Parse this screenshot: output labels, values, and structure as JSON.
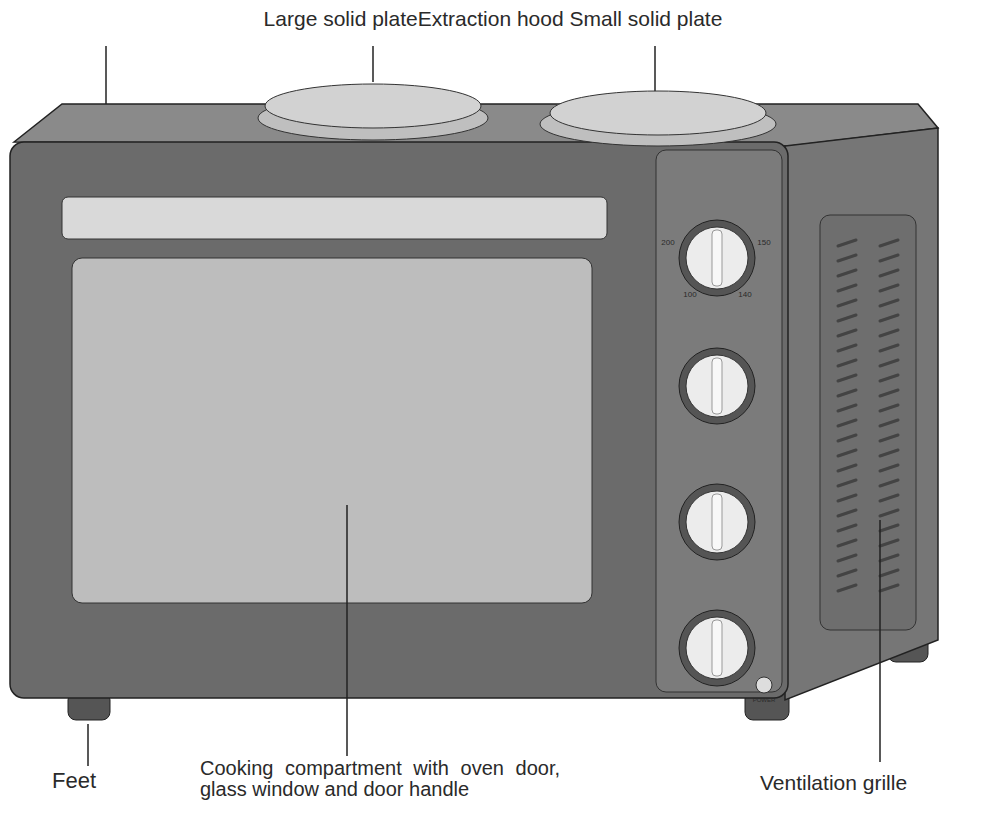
{
  "diagram": {
    "labels": [
      "Large solid plateExtraction hood Small solid plate",
      "Feet",
      "Cooking compartment with oven door, glass window and door handle",
      "Ventilation grille",
      "200",
      "150",
      "100",
      "140",
      "POWER"
    ]
  }
}
